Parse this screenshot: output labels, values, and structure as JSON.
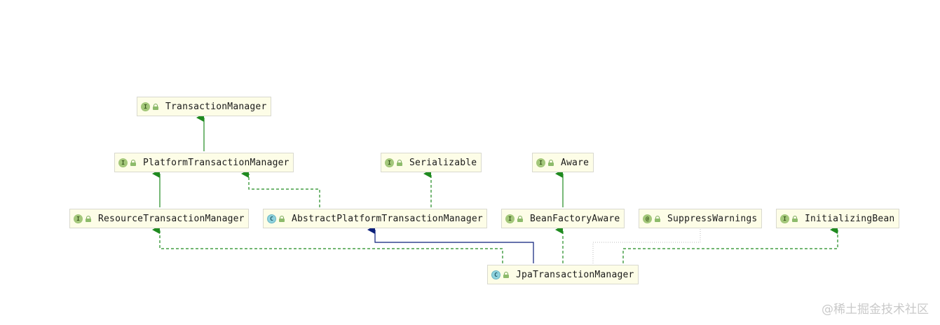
{
  "diagram": {
    "nodes": {
      "transaction_manager": {
        "name": "TransactionManager",
        "kind": "interface",
        "badge": "I"
      },
      "platform_transaction_manager": {
        "name": "PlatformTransactionManager",
        "kind": "interface",
        "badge": "I"
      },
      "serializable": {
        "name": "Serializable",
        "kind": "interface",
        "badge": "I"
      },
      "aware": {
        "name": "Aware",
        "kind": "interface",
        "badge": "I"
      },
      "resource_transaction_manager": {
        "name": "ResourceTransactionManager",
        "kind": "interface",
        "badge": "I"
      },
      "abstract_platform_transaction_manager": {
        "name": "AbstractPlatformTransactionManager",
        "kind": "abstract-class",
        "badge": "C"
      },
      "bean_factory_aware": {
        "name": "BeanFactoryAware",
        "kind": "interface",
        "badge": "I"
      },
      "suppress_warnings": {
        "name": "SuppressWarnings",
        "kind": "annotation",
        "badge": "@"
      },
      "initializing_bean": {
        "name": "InitializingBean",
        "kind": "interface",
        "badge": "I"
      },
      "jpa_transaction_manager": {
        "name": "JpaTransactionManager",
        "kind": "class",
        "badge": "C"
      }
    },
    "edges": [
      {
        "from": "platform_transaction_manager",
        "to": "transaction_manager",
        "type": "extends-interface"
      },
      {
        "from": "resource_transaction_manager",
        "to": "platform_transaction_manager",
        "type": "extends-interface"
      },
      {
        "from": "abstract_platform_transaction_manager",
        "to": "platform_transaction_manager",
        "type": "implements"
      },
      {
        "from": "abstract_platform_transaction_manager",
        "to": "serializable",
        "type": "implements"
      },
      {
        "from": "bean_factory_aware",
        "to": "aware",
        "type": "extends-interface"
      },
      {
        "from": "jpa_transaction_manager",
        "to": "resource_transaction_manager",
        "type": "implements"
      },
      {
        "from": "jpa_transaction_manager",
        "to": "abstract_platform_transaction_manager",
        "type": "extends-class"
      },
      {
        "from": "jpa_transaction_manager",
        "to": "bean_factory_aware",
        "type": "implements"
      },
      {
        "from": "jpa_transaction_manager",
        "to": "suppress_warnings",
        "type": "annotated-with"
      },
      {
        "from": "jpa_transaction_manager",
        "to": "initializing_bean",
        "type": "implements"
      }
    ],
    "colors": {
      "interface_edge": "#1f8a1f",
      "class_edge": "#0b1f7a",
      "annotation_edge": "#bdbdbd",
      "node_fill": "#fdfde7",
      "node_border": "#d9d9cf"
    }
  },
  "watermark": "@稀土掘金技术社区"
}
